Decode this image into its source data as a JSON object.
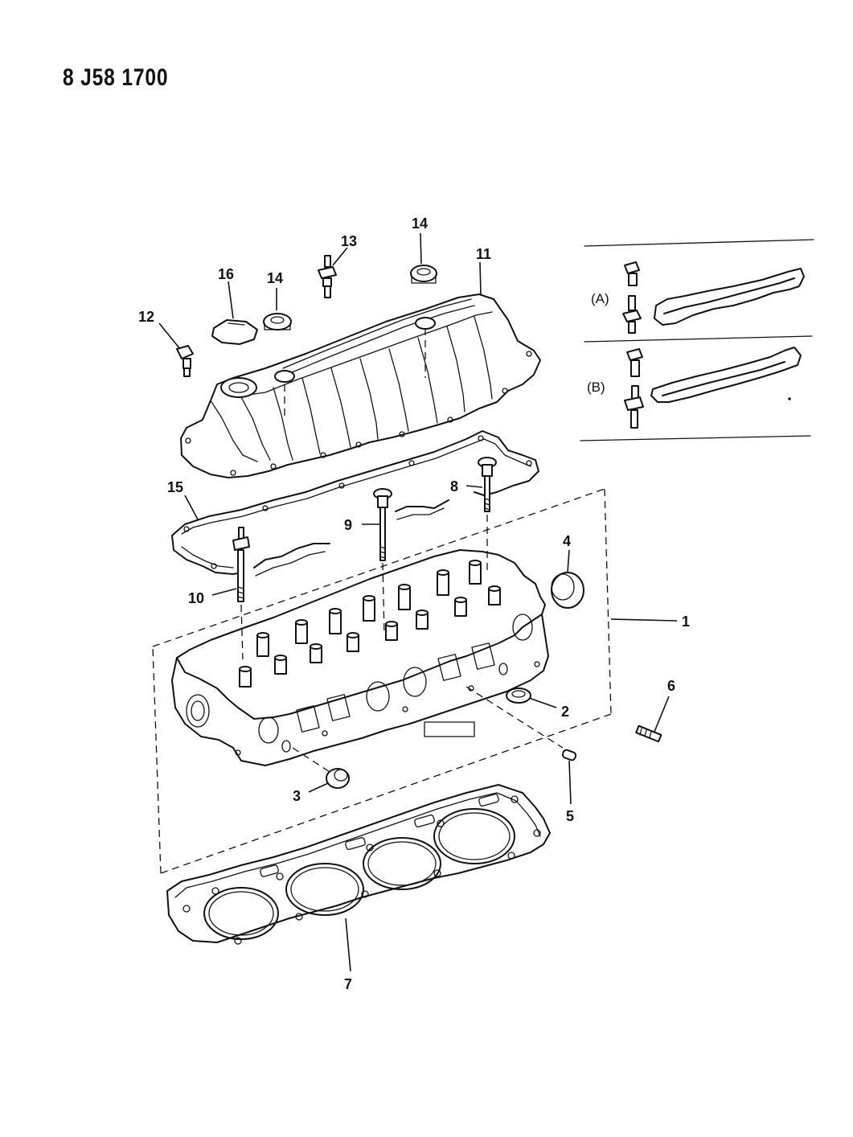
{
  "drawing_code": "8 J58 1700",
  "callouts": {
    "c1": "1",
    "c2": "2",
    "c3": "3",
    "c4": "4",
    "c5": "5",
    "c6": "6",
    "c7": "7",
    "c8": "8",
    "c9": "9",
    "c10": "10",
    "c11": "11",
    "c12": "12",
    "c13": "13",
    "c14a": "14",
    "c14b": "14",
    "c15": "15",
    "c16": "16"
  },
  "variants": {
    "a": "(A)",
    "b": "(B)"
  }
}
